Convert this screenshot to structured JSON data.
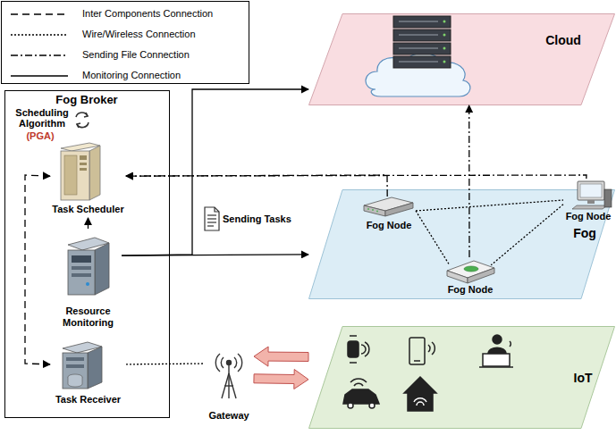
{
  "diagram": {
    "nodes": [
      {
        "text": [
          "Fog Broker"
        ]
      },
      {
        "text": [
          "Scheduling Algorithm",
          "(PGA)",
          "Task Scheduler"
        ],
        "in": 0
      },
      {
        "text": [
          "Resource Monitoring"
        ],
        "in": 0
      },
      {
        "text": [
          "Task Receiver"
        ],
        "in": 0
      },
      {
        "text": [
          "Cloud"
        ]
      },
      {
        "text": [
          "Fog"
        ]
      },
      {
        "text": [
          "Fog Node"
        ],
        "in": 5
      },
      {
        "text": [
          "Fog Node"
        ],
        "in": 5
      },
      {
        "text": [
          "Fog Node"
        ],
        "in": 5
      },
      {
        "text": [
          "IoT"
        ]
      },
      {
        "text": [
          "Gateway"
        ]
      }
    ],
    "edges": [
      {
        "from": 2,
        "to": 1,
        "arrow": "to"
      },
      {
        "from": 1,
        "to": 3,
        "arrow": "both"
      },
      {
        "from": 3,
        "to": 10,
        "arrow": "none"
      },
      {
        "from": 9,
        "to": 10,
        "arrow": "to"
      },
      {
        "from": 10,
        "to": 9,
        "arrow": "to"
      },
      {
        "from": 2,
        "to": 4,
        "arrow": "to"
      },
      {
        "from": 2,
        "to": 5,
        "arrow": "to"
      },
      {
        "from": 6,
        "to": 1,
        "arrow": "to"
      },
      {
        "from": 7,
        "to": 1,
        "arrow": "to"
      },
      {
        "from": 8,
        "to": 4,
        "arrow": "to"
      },
      {
        "from": 6,
        "to": 7,
        "arrow": "none"
      },
      {
        "from": 6,
        "to": 8,
        "arrow": "none"
      },
      {
        "from": 7,
        "to": 8,
        "arrow": "none"
      }
    ],
    "labels": [
      "Sending Tasks"
    ],
    "legend": [
      {
        "text": "Inter Components Connection"
      },
      {
        "text": "Wire/Wireless Connection"
      },
      {
        "text": "Sending File Connection"
      },
      {
        "text": "Monitoring Connection"
      }
    ]
  }
}
